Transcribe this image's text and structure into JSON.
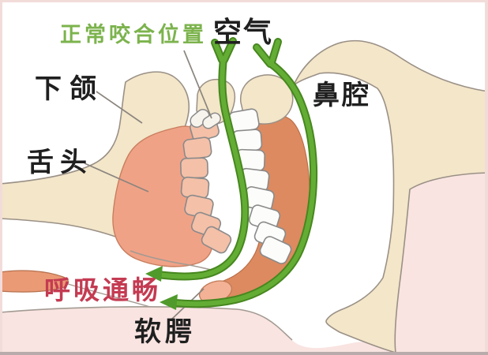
{
  "figure_type": "airway-anatomy-diagram",
  "labels": {
    "bite_position": {
      "text": "正常咬合位置",
      "color": "#7cb34d"
    },
    "air": {
      "text": "空气",
      "color": "#1f1f1f"
    },
    "mandible": {
      "text": "下颌",
      "color": "#1f1f1f"
    },
    "nasal_cavity": {
      "text": "鼻腔",
      "color": "#1f1f1f"
    },
    "tongue": {
      "text": "舌头",
      "color": "#1f1f1f"
    },
    "breathing_clear": {
      "text": "呼吸通畅",
      "color": "#c43b52"
    },
    "soft_palate": {
      "text": "软腭",
      "color": "#1f1f1f"
    }
  },
  "palette": {
    "airway_green": "#4f9a2b",
    "airway_green_light": "#63ad35",
    "bone_beige": "#f3e6c9",
    "bone_outline": "#9a9086",
    "tongue_salmon": "#f0a287",
    "lower_teeth_fill": "#f4c0a8",
    "upper_teeth_fill": "#fcfcfa",
    "teeth_outline": "#8a8a8a",
    "pharynx_orange": "#dd8a60",
    "uvula_salmon": "#f3b296",
    "skin_pink": "#f9e4e1",
    "lips_orange": "#ea9a74",
    "label_green": "#7cb34d",
    "label_red": "#c43b52"
  },
  "airflow": {
    "direction": "in",
    "paths": [
      "oral-airway",
      "nasal-airway"
    ]
  }
}
